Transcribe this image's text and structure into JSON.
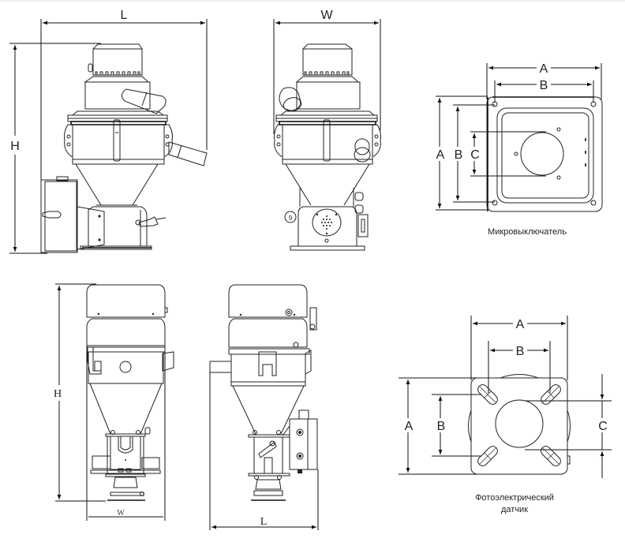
{
  "figure": {
    "title": "Vacuum hopper loader dimension drawings",
    "views": [
      {
        "id": "top-left-side-view",
        "labels": {
          "width": "L",
          "height": "H"
        }
      },
      {
        "id": "top-front-view",
        "labels": {
          "width": "W"
        }
      },
      {
        "id": "bottom-left-front-view",
        "labels": {
          "height": "H",
          "width": "W"
        }
      },
      {
        "id": "bottom-side-view",
        "labels": {
          "width": "L"
        }
      }
    ],
    "flanges": [
      {
        "id": "microswitch-flange",
        "caption": "Микровыключатель",
        "labels": {
          "outer": "A",
          "holes": "B",
          "bore": "C"
        }
      },
      {
        "id": "photoelectric-flange",
        "caption_line1": "Фотоэлектрический",
        "caption_line2": "датчик",
        "labels": {
          "outer": "A",
          "holes": "B",
          "bore": "C"
        }
      }
    ]
  }
}
